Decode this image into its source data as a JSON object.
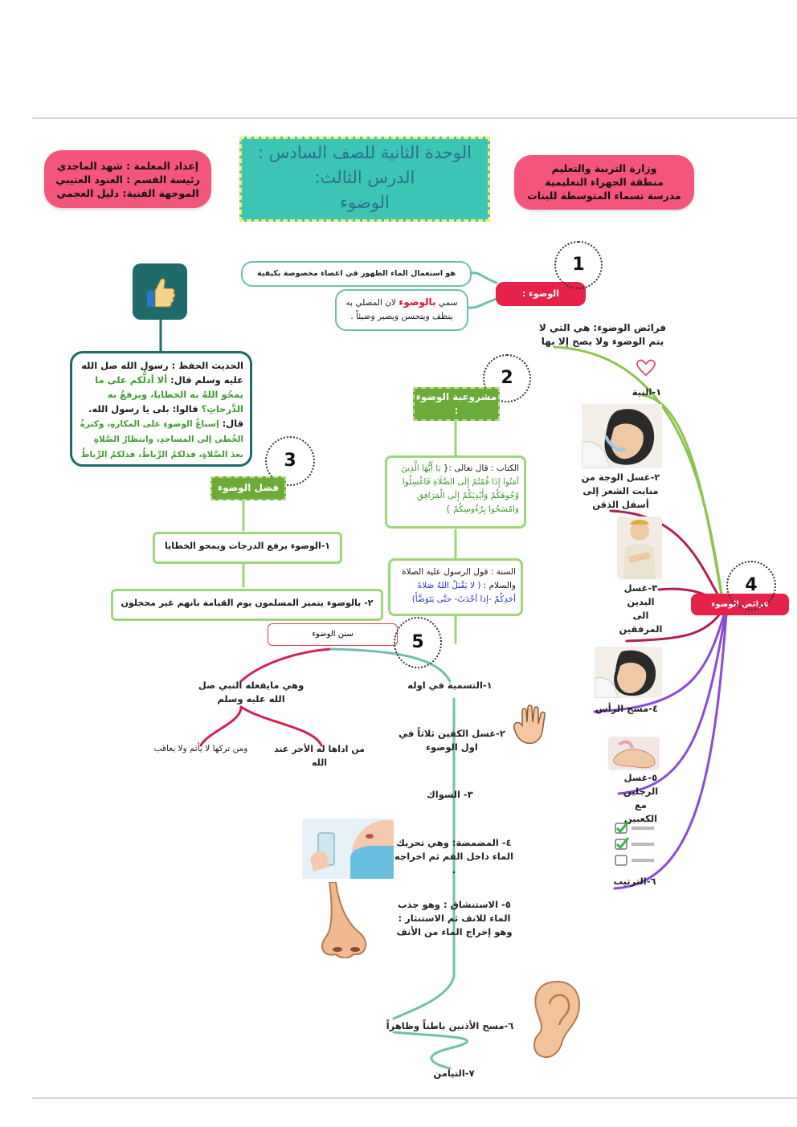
{
  "header": {
    "left_box": [
      "إعداد المعلمة : شهد الماجدي",
      "رئيسة القسم : العنود العتيبي",
      "الموجهة الفنية: دليل العجمي"
    ],
    "title_lines": [
      "الوحدة الثانية للصف السادس :",
      "الدرس الثالث:",
      "الوضوء"
    ],
    "right_box": [
      "وزارة التربية والتعليم",
      "منطقة الجهراء التعليمية",
      "مدرسة تسماء المتوسطة للبنات"
    ]
  },
  "numbers": [
    "1",
    "2",
    "3",
    "4",
    "5"
  ],
  "wudu": {
    "label": "الوضوء :",
    "def": "هو استعمال الماء الطهور في اعضاء مخصوصة بكيفية مخصوصة",
    "why_pre": "سمي",
    "why_key": "بالوضوء",
    "why_rest": "لان المصلي به",
    "why_line2": "ينظف ويتحسن ويصير وضيئاً ."
  },
  "hadith": {
    "intro": "الحديث الحفظ : رسول الله صل الله عليه وسلم قال:",
    "text1": "ألا أدلُّكم على ما يمحُو اللهُ به الخطايا، ويرفعُ به الدَّرجاتِ؟",
    "said": "قالوا: بلى يا رسول الله. قال:",
    "text2": "إسباغُ الوضوءِ على المكارهِ، وكثرةُ الخُطى إلى المساجدِ، وانتظارُ الصَّلاةِ بعدَ الصَّلاةِ، فذلكمُ الرِّباطُ، فذلكمُ الرِّباطُ"
  },
  "legitimacy": {
    "title": "مشروعية الوضوء :",
    "quran_intro": "الكتاب : قال تعالى :{",
    "quran": "يَا أَيُّهَا الَّذِينَ آمَنُوا إِذَا قُمْتُمْ إِلَى الصَّلَاةِ فَاغْسِلُوا وُجُوهَكُمْ وَأَيْدِيَكُمْ إِلَى الْمَرَافِقِ وَامْسَحُوا بِرُءُوسِكُمْ }",
    "sunnah_intro": "السنة : قول الرسول عليه الصلاة والسلام :",
    "sunnah": "( لا يَقْبَلُ اللهُ صَلاةَ أحَدِكُمْ -إذا أحْدَثَ- حتَّى يَتَوَضَّأَ)"
  },
  "virtue": {
    "title": "فضل الوضوء",
    "item1": "١-الوضوء يرفع الدرجات ويمحو الخطايا",
    "item2": "٢- بالوضوء يتميز المسلمون يوم القيامة بانهم غير محجلون"
  },
  "faraid": {
    "title": "فرائض الوضوء",
    "def": "فرائض الوضوء: هي التي لا يتم الوضوء ولا يصح إلا بها",
    "items": [
      "١-النية",
      "٢-غسل الوجة من منابت الشعر إلى أسفل الذقن",
      "٣-غسل اليدين الى المرفقين",
      "٤-مسح الرأس",
      "٥-غسل الرجلين مع الكعبين",
      "٦-الترتيب"
    ]
  },
  "sunan": {
    "title": "سنن الوضوء",
    "desc": "وهي مايفعله النبي صل الله عليه وسلم",
    "reward": "من اداها له الأجر عند الله",
    "no_punish": "ومن تركها لا يأثم ولا يعاقب",
    "items": [
      "١-التسمية في اوله",
      "٢-غسل الكفين ثلاثاً في اول الوضوء",
      "٣- السواك",
      "٤- المضمضة: وهي تحريك الماء داخل الفم ثم اخراجه .",
      "٥- الاستنشاق : وهو جذب الماء للانف ثم الاستنثار : وهو إخراج الماء من الأنف",
      "٦-مسح الأذنين باطناً وظاهراً",
      "٧-التيامن"
    ]
  },
  "icons": [
    "thumbs-up-icon",
    "heart-icon",
    "face-washing-icon",
    "arm-washing-icon",
    "head-wiping-icon",
    "foot-washing-icon",
    "checklist-icon",
    "hand-icon",
    "mouth-rinse-icon",
    "nose-icon",
    "ear-icon"
  ]
}
